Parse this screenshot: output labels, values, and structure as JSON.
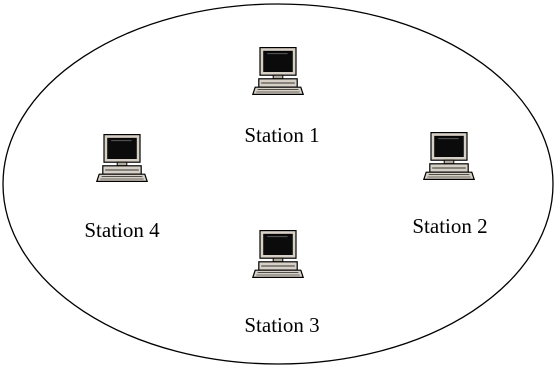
{
  "stations": [
    {
      "label": "Station 1",
      "icon": "computer-icon"
    },
    {
      "label": "Station 2",
      "icon": "computer-icon"
    },
    {
      "label": "Station 3",
      "icon": "computer-icon"
    },
    {
      "label": "Station 4",
      "icon": "computer-icon"
    }
  ],
  "boundary": {
    "shape": "ellipse",
    "stroke": "#000000"
  },
  "colors": {
    "case": "#d7d0c6",
    "case_shadow": "#b4aca2",
    "screen": "#0b0b0b",
    "outline": "#000000"
  }
}
